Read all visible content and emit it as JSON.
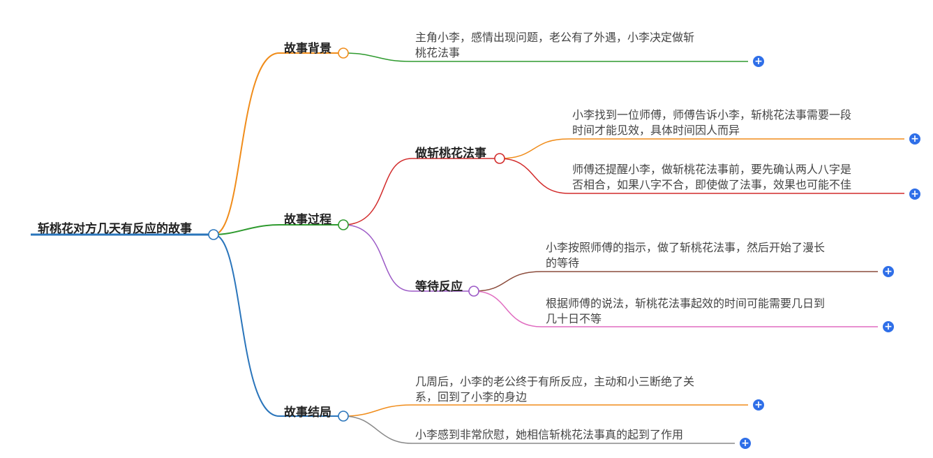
{
  "root": {
    "label": "斩桃花对方几天有反应的故事",
    "color": "#2a75bb"
  },
  "branches": [
    {
      "label": "故事背景",
      "color": "#f08c1a",
      "leaves": [
        {
          "lines": [
            "主角小李，感情出现问题，老公有了外遇，小李决定做斩",
            "桃花法事"
          ],
          "color": "#2e9a2e"
        }
      ]
    },
    {
      "label": "故事过程",
      "color": "#2e9a2e",
      "children": [
        {
          "label": "做斩桃花法事",
          "color": "#d22b2b",
          "leaves": [
            {
              "lines": [
                "小李找到一位师傅，师傅告诉小李，斩桃花法事需要一段",
                "时间才能见效，具体时间因人而异"
              ],
              "color": "#f08c1a"
            },
            {
              "lines": [
                "师傅还提醒小李，做斩桃花法事前，要先确认两人八字是",
                "否相合，如果八字不合，即使做了法事，效果也可能不佳"
              ],
              "color": "#d22b2b"
            }
          ]
        },
        {
          "label": "等待反应",
          "color": "#9b59c6",
          "leaves": [
            {
              "lines": [
                "小李按照师傅的指示，做了斩桃花法事，然后开始了漫长",
                "的等待"
              ],
              "color": "#8b4b3b"
            },
            {
              "lines": [
                "根据师傅的说法，斩桃花法事起效的时间可能需要几日到",
                "几十日不等"
              ],
              "color": "#e06cc0"
            }
          ]
        }
      ]
    },
    {
      "label": "故事结局",
      "color": "#2a75bb",
      "leaves": [
        {
          "lines": [
            "几周后，小李的老公终于有所反应，主动和小三断绝了关",
            "系，回到了小李的身边"
          ],
          "color": "#f08c1a"
        },
        {
          "lines": [
            "小李感到非常欣慰，她相信斩桃花法事真的起到了作用"
          ],
          "color": "#888888"
        }
      ]
    }
  ],
  "expand_icon": "plus-circle-icon",
  "expand_symbol": "+"
}
